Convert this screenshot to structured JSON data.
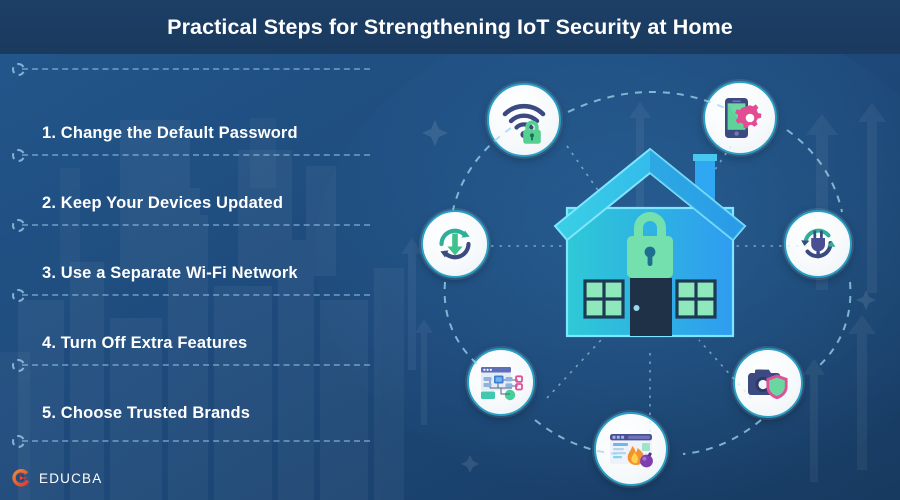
{
  "header": {
    "title": "Practical Steps for Strengthening IoT Security at Home",
    "bg_color": "#1a3a5e"
  },
  "theme": {
    "background_color": "#1d4878",
    "text_color": "#ffffff",
    "accent_cyan": "#2a9fc4",
    "accent_green": "#5fd6a0",
    "accent_pink": "#e0509a",
    "accent_orange": "#f0883c",
    "node_fill": "#f7fafc",
    "divider_color": "#96c8eb"
  },
  "steps": [
    {
      "number": "1.",
      "label": "Change the Default Password",
      "text": "1. Change the Default Password"
    },
    {
      "number": "2.",
      "label": "Keep Your Devices Updated",
      "text": "2. Keep Your Devices Updated"
    },
    {
      "number": "3.",
      "label": "Use a Separate Wi-Fi Network",
      "text": "3. Use a Separate Wi-Fi Network"
    },
    {
      "number": "4.",
      "label": "Turn Off Extra Features",
      "text": "4. Turn Off Extra Features"
    },
    {
      "number": "5.",
      "label": "Choose Trusted Brands",
      "text": "5. Choose Trusted Brands"
    }
  ],
  "logo": {
    "text": "EDUCBA",
    "mark_color_start": "#f07a33",
    "mark_color_end": "#e3342f"
  },
  "diagram": {
    "center": {
      "name": "smart-home",
      "icon": "house-with-padlock"
    },
    "nodes": [
      {
        "id": "wifi-lock",
        "icon": "wifi-padlock-icon",
        "position": "top-left"
      },
      {
        "id": "phone-settings",
        "icon": "smartphone-gear-icon",
        "position": "top-right"
      },
      {
        "id": "firmware-update",
        "icon": "update-download-icon",
        "position": "left"
      },
      {
        "id": "power-plug",
        "icon": "power-plug-refresh-icon",
        "position": "right"
      },
      {
        "id": "network-topology",
        "icon": "network-diagram-icon",
        "position": "bottom-left"
      },
      {
        "id": "firewall-browser",
        "icon": "browser-firewall-icon",
        "position": "bottom-center"
      },
      {
        "id": "camera-shield",
        "icon": "camera-shield-icon",
        "position": "bottom-right"
      }
    ]
  }
}
